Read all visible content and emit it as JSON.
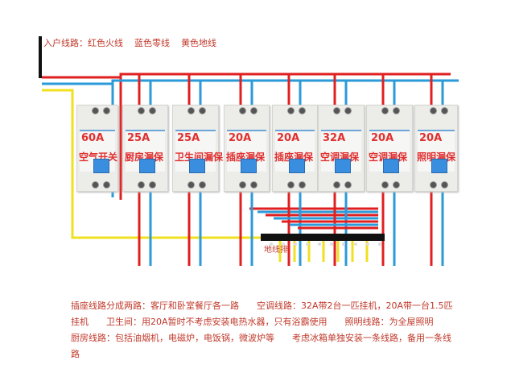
{
  "legend": "入户线路：红色火线    蓝色零线    黄色地线",
  "breakers": [
    {
      "amp": "60A",
      "name": "空气开关"
    },
    {
      "amp": "25A",
      "name": "厨房漏保"
    },
    {
      "amp": "25A",
      "name": "卫生间漏保"
    },
    {
      "amp": "20A",
      "name": "插座漏保"
    },
    {
      "amp": "20A",
      "name": "插座漏保"
    },
    {
      "amp": "32A",
      "name": "空调漏保"
    },
    {
      "amp": "20A",
      "name": "空调漏保"
    },
    {
      "amp": "20A",
      "name": "照明漏保"
    }
  ],
  "ground_bar_label": "地线排",
  "notes": "插座线路分成两路：客厅和卧室餐厅各一路　　空调线路：32A带2台一匹挂机，20A带一台1.5匹挂机　　卫生间：用20A暂时不考虑安装电热水器，只有浴霸使用　　照明线路：为全屋照明　　厨房线路：包括油烟机，电磁炉，电饭锅，微波炉等　　考虑冰箱单独安装一条线路，备用一条线路",
  "colors": {
    "live": "#e02020",
    "neutral": "#2a9ad8",
    "ground": "#f0e020"
  }
}
